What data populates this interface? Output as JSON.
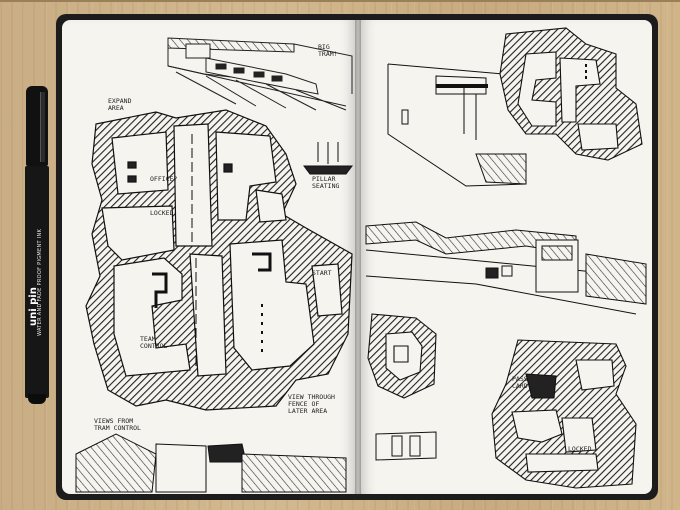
{
  "annotations": {
    "big_tram": "BIG\nTRAM!",
    "expand_area": "EXPAND\nAREA",
    "office": "OFFICE?",
    "locked_left": "LOCKED",
    "pillar_seating": "PILLAR\nSEATING",
    "start": "START",
    "team_control": "TEAM\nCONTROL",
    "view_through": "VIEW THROUGH\nFENCE OF\nLATER AREA",
    "views_from": "VIEWS FROM\nTRAM CONTROL",
    "pass_card": "PASS\nCARD",
    "locked_right": "LOCKED"
  },
  "pen": {
    "brand": "uni pin",
    "label": "WATER AND FADE PROOF PIGMENT INK"
  }
}
